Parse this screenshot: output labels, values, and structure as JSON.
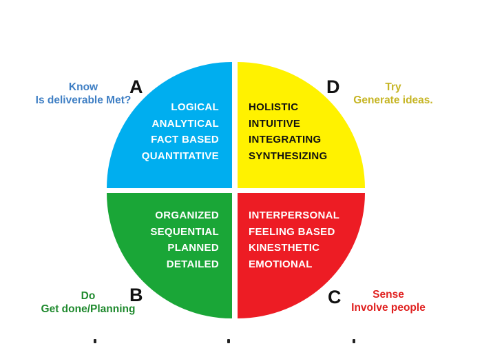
{
  "colors": {
    "quadrant_a": "#00aeef",
    "quadrant_b": "#1aa637",
    "quadrant_c": "#ed1c24",
    "quadrant_d": "#fff200",
    "label_a": "#3f7fc4",
    "label_b": "#1f8a2e",
    "label_c": "#e0201f",
    "label_d": "#c6b524"
  },
  "quadrants": {
    "a": {
      "letter": "A",
      "lines": [
        "LOGICAL",
        "ANALYTICAL",
        "FACT BASED",
        "QUANTITATIVE"
      ],
      "outer_line1": "Know",
      "outer_line2": "Is deliverable Met?"
    },
    "d": {
      "letter": "D",
      "lines": [
        "HOLISTIC",
        "INTUITIVE",
        "INTEGRATING",
        "SYNTHESIZING"
      ],
      "outer_line1": "Try",
      "outer_line2": "Generate ideas."
    },
    "b": {
      "letter": "B",
      "lines": [
        "ORGANIZED",
        "SEQUENTIAL",
        "PLANNED",
        "DETAILED"
      ],
      "outer_line1": "Do",
      "outer_line2": "Get done/Planning"
    },
    "c": {
      "letter": "C",
      "lines": [
        "INTERPERSONAL",
        "FEELING BASED",
        "KINESTHETIC",
        "EMOTIONAL"
      ],
      "outer_line1": "Sense",
      "outer_line2": "Involve people"
    }
  }
}
